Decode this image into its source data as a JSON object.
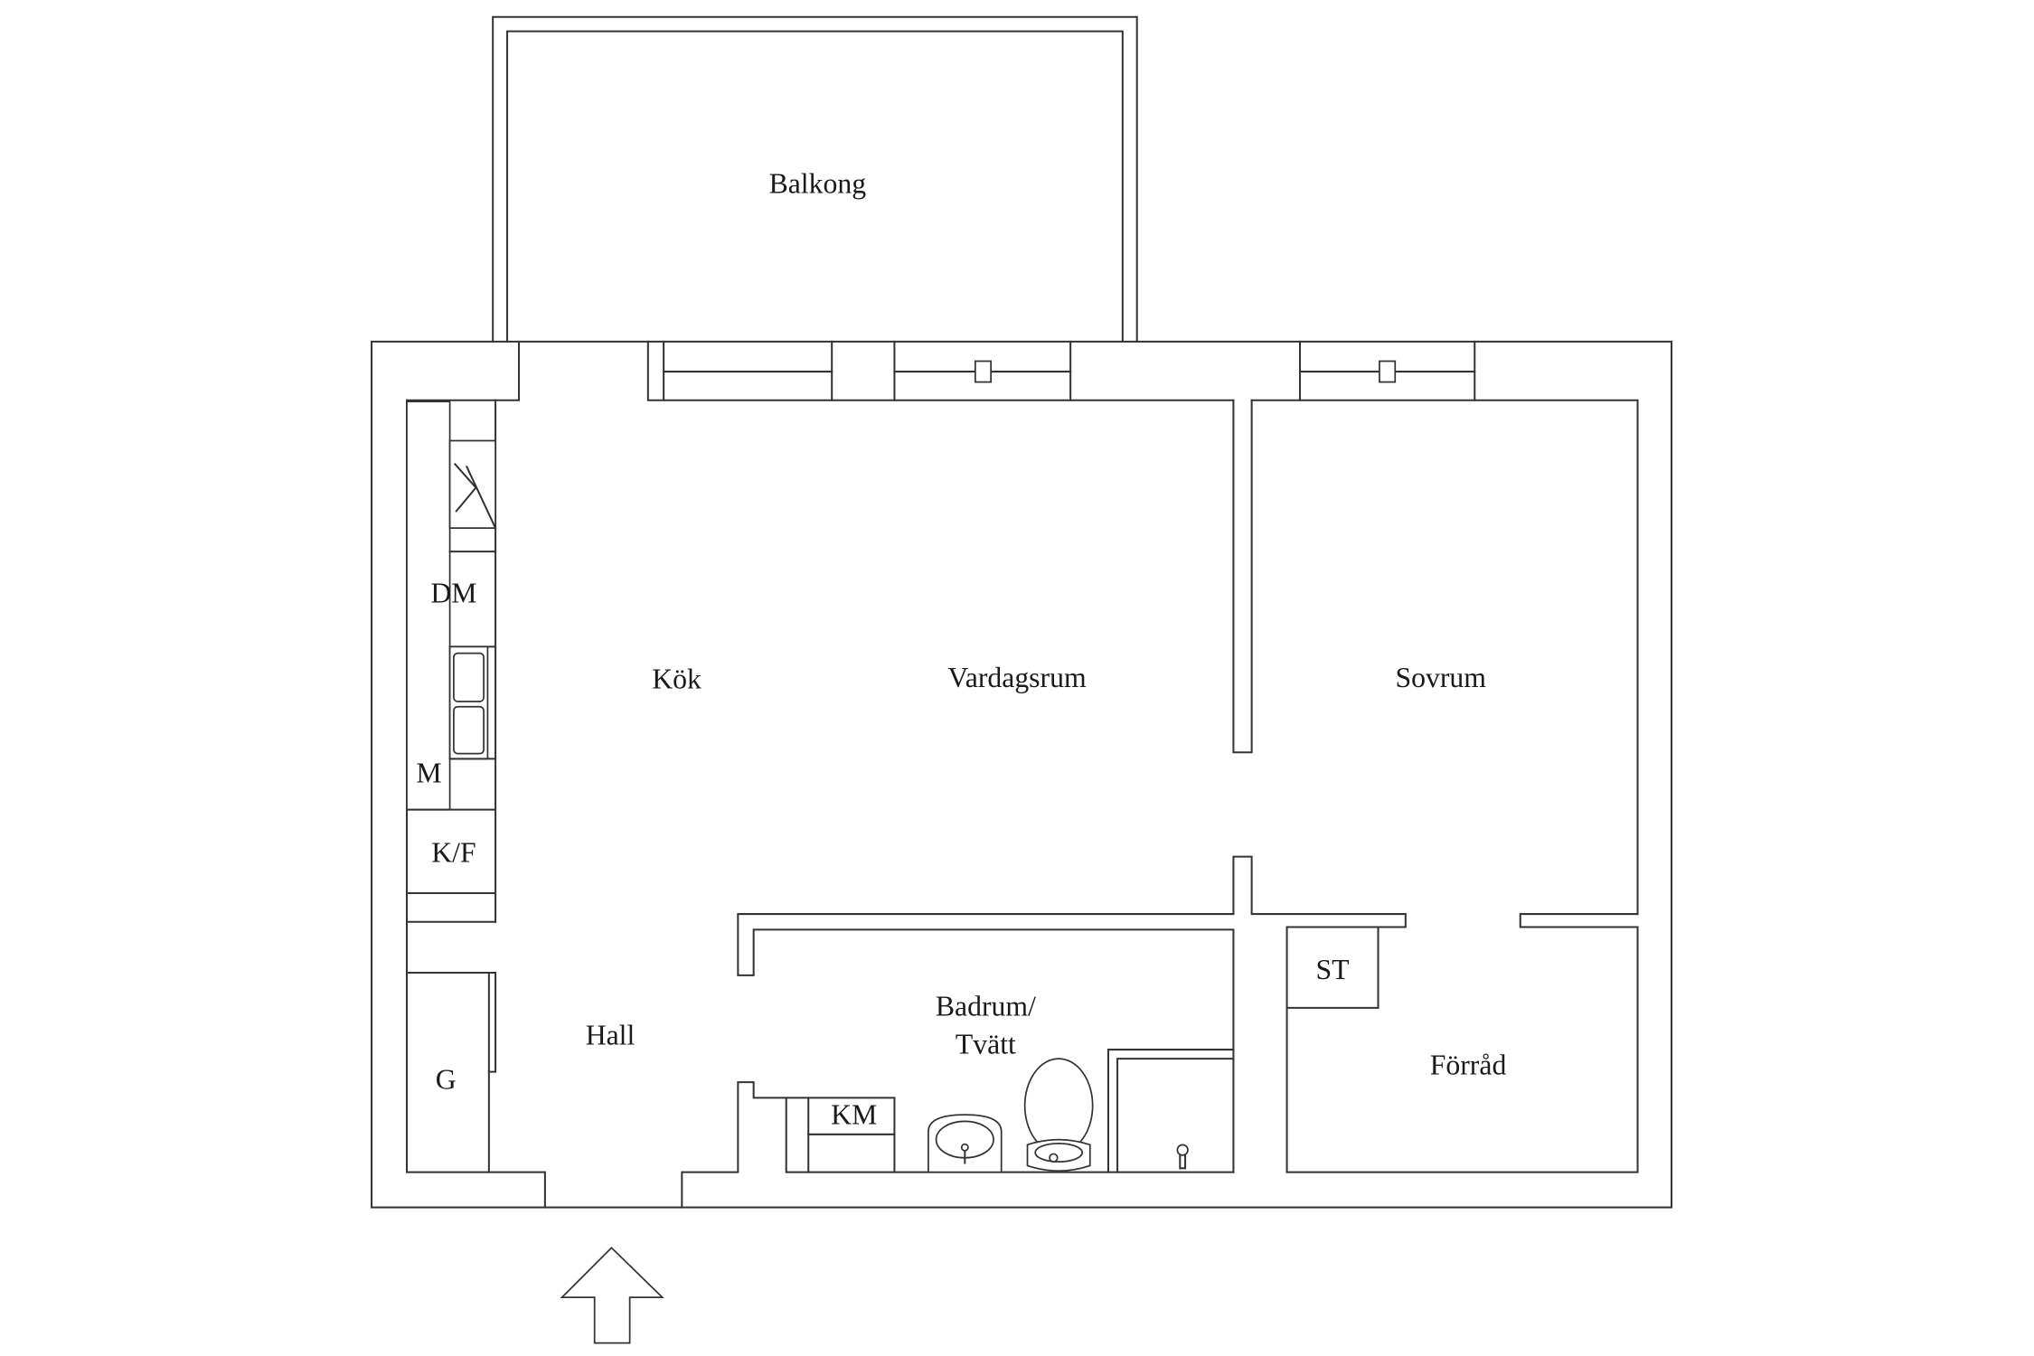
{
  "plan": {
    "rooms": {
      "balkong": "Balkong",
      "kok": "Kök",
      "vardagsrum": "Vardagsrum",
      "sovrum": "Sovrum",
      "hall": "Hall",
      "badrum_line1": "Badrum/",
      "badrum_line2": "Tvätt",
      "forrad": "Förråd"
    },
    "fixtures": {
      "dm": "DM",
      "m": "M",
      "kf": "K/F",
      "g": "G",
      "km": "KM",
      "st": "ST"
    },
    "icons": [
      "entrance-arrow-icon",
      "stove-icon",
      "kitchen-sink-icon",
      "washbasin-icon",
      "toilet-icon",
      "shower-drain-icon"
    ],
    "colors": {
      "line": "#333333",
      "background": "#ffffff"
    }
  }
}
